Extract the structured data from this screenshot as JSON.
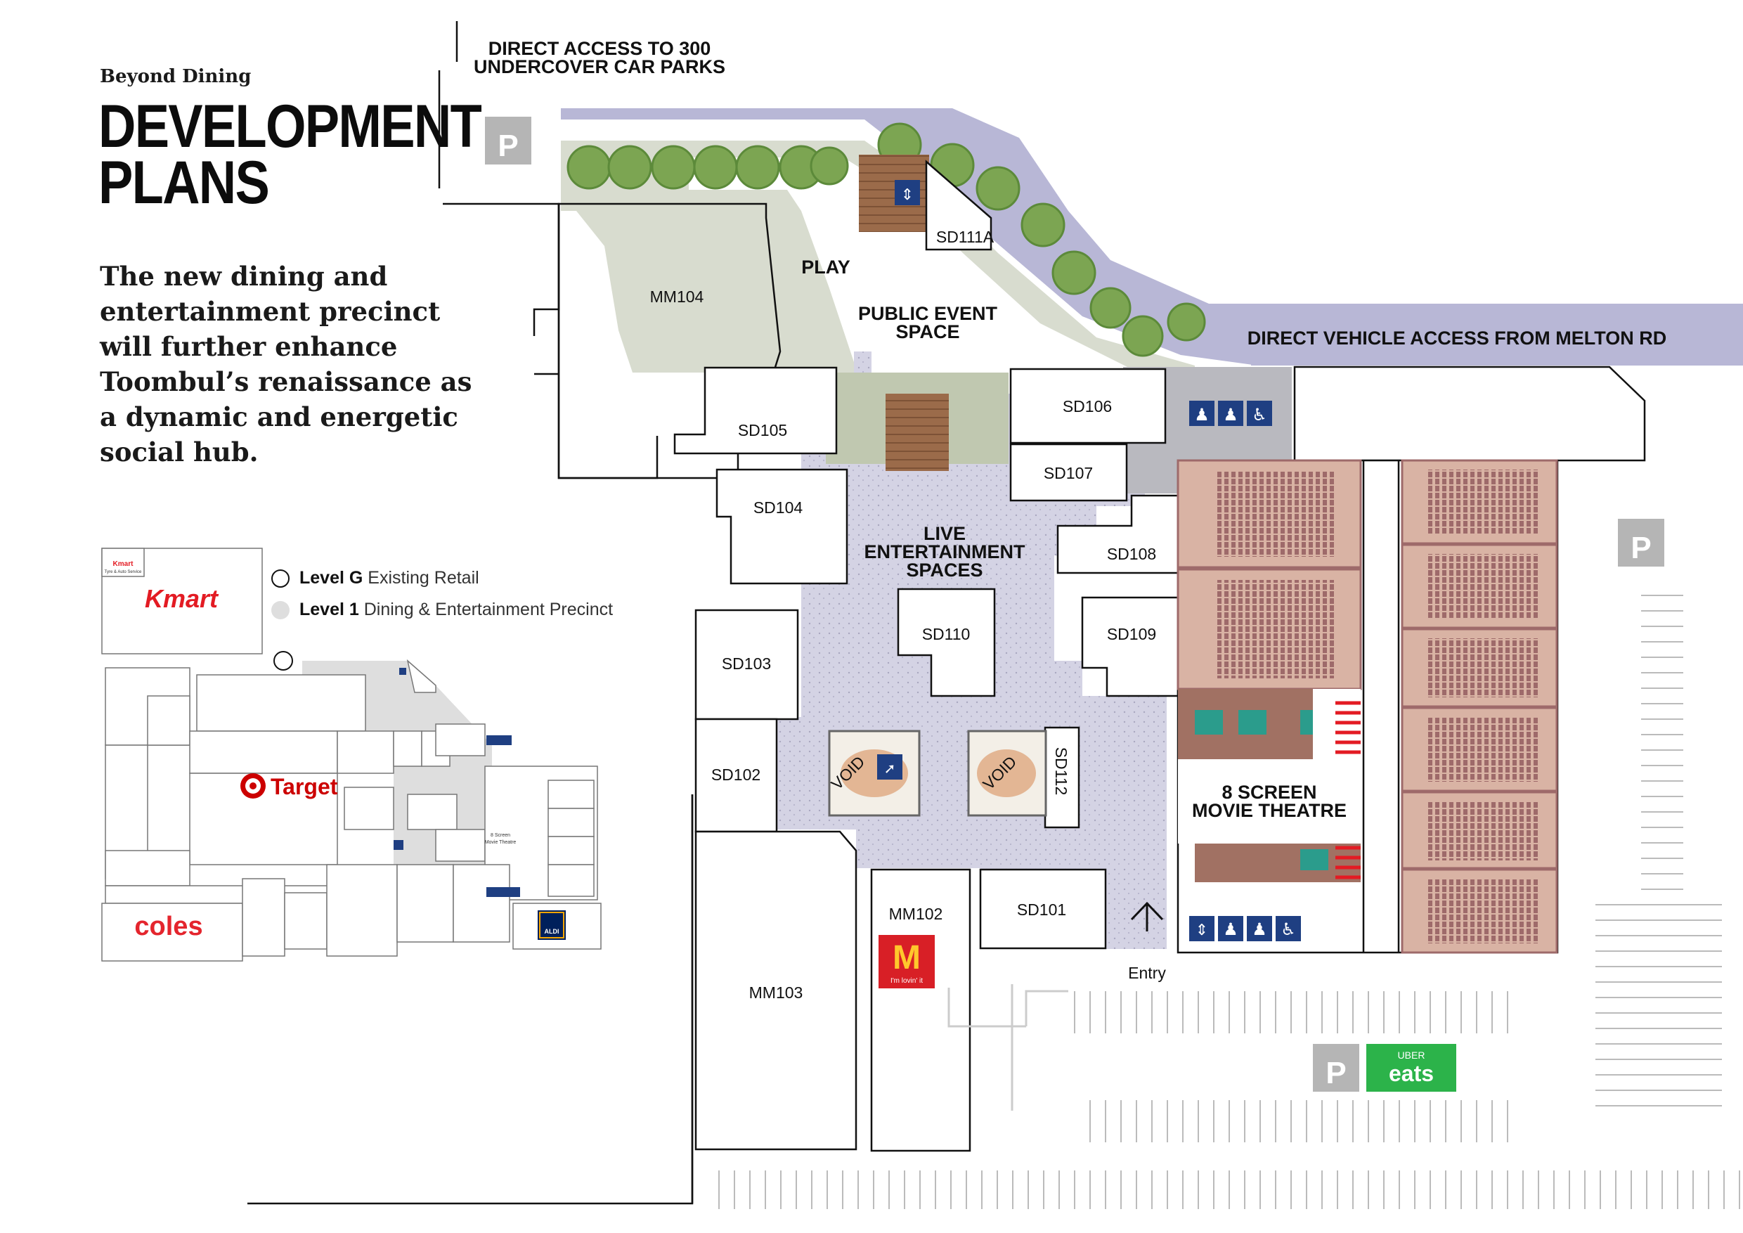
{
  "header": {
    "kicker": "Beyond Dining",
    "title_line1": "DEVELOPMENT",
    "title_line2": "PLANS",
    "intro": "The new dining and entertainment precinct will further enhance Toombul’s renaissance as a dynamic and energetic social hub."
  },
  "legend": [
    {
      "bold": "Level G",
      "text": "Existing Retail"
    },
    {
      "bold": "Level 1",
      "text": "Dining & Entertainment Precinct"
    }
  ],
  "annotations": {
    "car_parks_line1": "DIRECT ACCESS TO 300",
    "car_parks_line2": "UNDERCOVER CAR PARKS",
    "vehicle_access": "DIRECT VEHICLE ACCESS FROM MELTON RD",
    "play": "PLAY",
    "public_event_line1": "PUBLIC EVENT",
    "public_event_line2": "SPACE",
    "live_line1": "LIVE",
    "live_line2": "ENTERTAINMENT",
    "live_line3": "SPACES",
    "theatre_line1": "8 SCREEN",
    "theatre_line2": "MOVIE THEATRE",
    "void": "VOID",
    "entry": "Entry",
    "parking": "P"
  },
  "units": {
    "mm104": "MM104",
    "sd111a": "SD111A",
    "sd106": "SD106",
    "sd107": "SD107",
    "sd105": "SD105",
    "sd104": "SD104",
    "sd108": "SD108",
    "sd110": "SD110",
    "sd109": "SD109",
    "sd103": "SD103",
    "sd102": "SD102",
    "sd112": "SD112",
    "mm102": "MM102",
    "sd101": "SD101",
    "mm103": "MM103"
  },
  "brands": {
    "kmart": "Kmart",
    "kmart_tyre": "Tyre & Auto Service",
    "target": "Target",
    "coles": "coles",
    "aldi": "ALDI",
    "mcd_tag": "I'm lovin' it",
    "uber": "UBER",
    "eats": "eats",
    "mini_theatre_line1": "8 Screen",
    "mini_theatre_line2": "Movie Theatre"
  },
  "colors": {
    "road": "#b8b7d6",
    "plaza": "#c6c6de",
    "seat": "#9e6a6a",
    "theatre_fill": "#d9b3a4",
    "green": "#7ca552",
    "blue_icon": "#1f3f82",
    "uber_green": "#2cb34a",
    "coles_red": "#e4252d",
    "target_red": "#cc0000",
    "kmart_red": "#e31b23"
  },
  "icons": [
    "parking-icon",
    "amenities-icon",
    "lift-icon",
    "escalator-icon",
    "accessible-icon",
    "entry-arrow-icon"
  ]
}
